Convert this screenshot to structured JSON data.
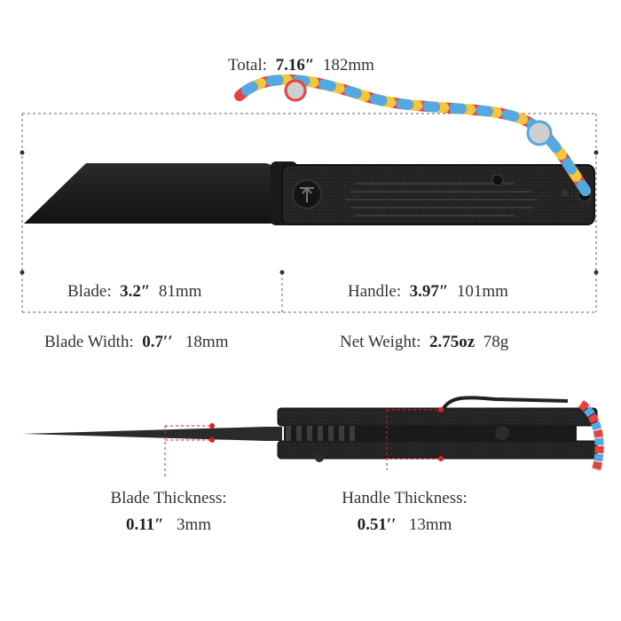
{
  "total": {
    "label": "Total:",
    "inch": "7.16″",
    "mm": "182mm"
  },
  "blade": {
    "label": "Blade:",
    "inch": "3.2″",
    "mm": "81mm"
  },
  "handle": {
    "label": "Handle:",
    "inch": "3.97″",
    "mm": "101mm"
  },
  "blade_width": {
    "label": "Blade Width:",
    "inch": "0.7′′",
    "mm": "18mm"
  },
  "net_weight": {
    "label": "Net Weight:",
    "value": "2.75oz",
    "grams": "78g"
  },
  "blade_thickness": {
    "label": "Blade Thickness:",
    "inch": "0.11″",
    "mm": "3mm"
  },
  "handle_thickness": {
    "label": "Handle Thickness:",
    "inch": "0.51′′",
    "mm": "13mm"
  },
  "colors": {
    "knife": "#1b1b1b",
    "dimension_line": "#555555",
    "marker": "#e02020"
  },
  "icons": {
    "brand": "trivisa-logo",
    "lanyard": "rainbow-paracord-lanyard"
  }
}
